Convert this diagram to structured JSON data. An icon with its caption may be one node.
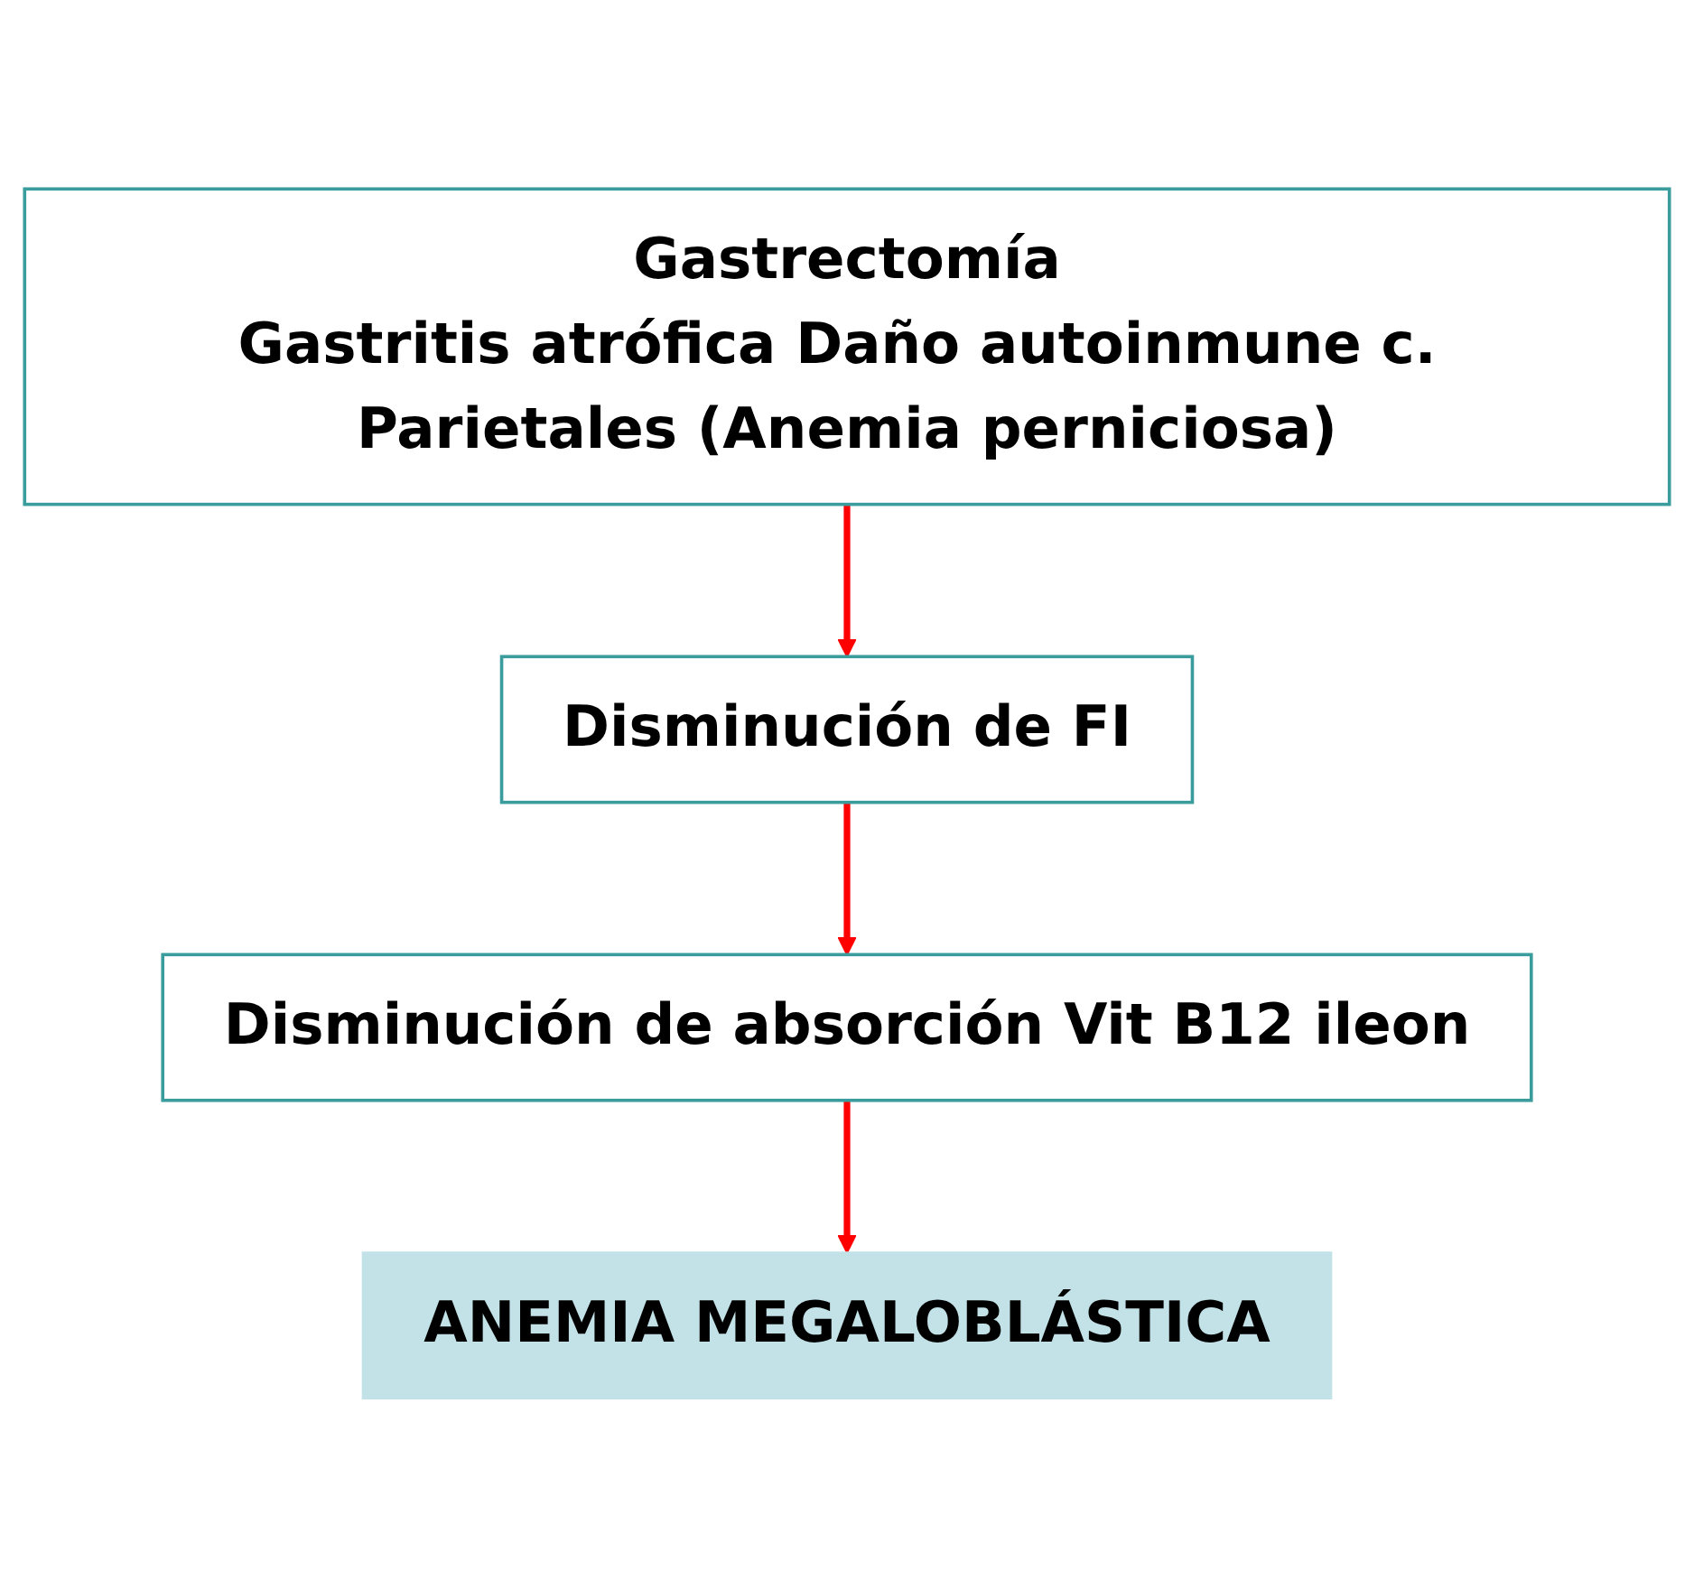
{
  "diagram": {
    "nodes": [
      {
        "text": [
          "Gastrectomía",
          "Gastritis atrófica Daño autoinmune c. Parietales (Anemia perniciosa)"
        ]
      },
      {
        "text": [
          "Disminución de FI"
        ]
      },
      {
        "text": [
          "Disminución de absorción Vit B12 ileon"
        ]
      },
      {
        "text": [
          "ANEMIA MEGALOBLÁSTICA"
        ]
      }
    ],
    "edges": [
      {
        "from": 0,
        "to": 1,
        "arrow": "to",
        "color": "#ff0000"
      },
      {
        "from": 1,
        "to": 2,
        "arrow": "to",
        "color": "#ff0000"
      },
      {
        "from": 2,
        "to": 3,
        "arrow": "to",
        "color": "#ff0000"
      }
    ]
  }
}
